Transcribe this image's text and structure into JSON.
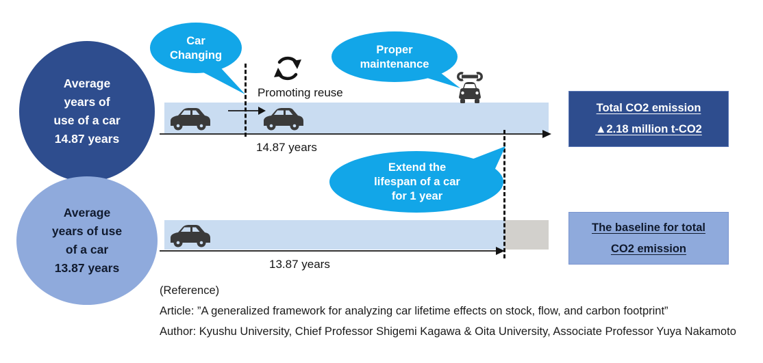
{
  "circles": {
    "top": {
      "lines": [
        "Average",
        "years of",
        "use of a car",
        "14.87 years"
      ]
    },
    "bottom": {
      "lines": [
        "Average",
        "years of use",
        "of a car",
        "13.87 years"
      ]
    }
  },
  "bubbles": {
    "car_changing": {
      "lines": [
        "Car",
        "Changing"
      ]
    },
    "proper_maintenance": {
      "lines": [
        "Proper",
        "maintenance"
      ]
    },
    "extend_lifespan": {
      "lines": [
        "Extend the",
        "lifespan of a car",
        "for 1 year"
      ]
    }
  },
  "timelines": {
    "top": {
      "duration_label": "14.87 years",
      "annotation": "Promoting reuse"
    },
    "bottom": {
      "duration_label": "13.87 years"
    }
  },
  "boxes": {
    "total_emission": {
      "line1": "Total CO2 emission",
      "line2": "▲2.18 million t-CO2"
    },
    "baseline": {
      "line1": "The baseline for total ",
      "line2": "CO2 emission"
    }
  },
  "reference": {
    "heading": "(Reference)",
    "article": "Article: ”A generalized framework for analyzing car lifetime effects on stock, flow, and carbon footprint”",
    "author": "Author: Kyushu University, Chief Professor Shigemi Kagawa & Oita University, Associate Professor Yuya Nakamoto"
  },
  "values": {
    "top_years": 14.87,
    "bottom_years": 13.87,
    "co2_reduction_million_t": 2.18
  },
  "icons": {
    "recycle": "recycle-icon",
    "car_side": "car-side-icon",
    "car_maintenance": "car-maintenance-icon"
  },
  "colors": {
    "dark_navy": "#2E4D8E",
    "periwinkle": "#8FAADC",
    "bar_blue": "#C9DCF1",
    "bubble_blue": "#12A6E8",
    "gray_segment": "#D2D0CC",
    "icon_dark": "#3A3A3A",
    "text_dark": "#1A1A1A"
  }
}
